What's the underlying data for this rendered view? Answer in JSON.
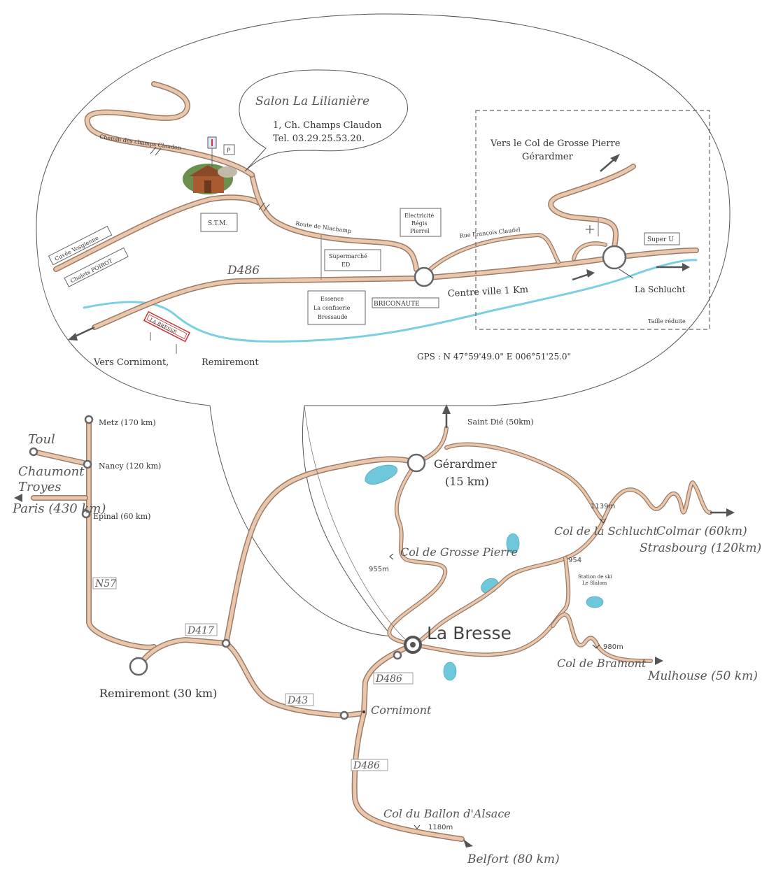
{
  "salon": {
    "name": "Salon La Lilianière",
    "address": "1, Ch. Champs Claudon",
    "phone": "Tel. 03.29.25.53.20."
  },
  "detail_map": {
    "streets": {
      "chemin": "Chemin des champs Claudon",
      "route_niachamp": "Route de Niachamp",
      "rue_claudel": "Rue François Claudel",
      "d486": "D486"
    },
    "places": {
      "stm": "S.T.M.",
      "electricite_1": "Electricité",
      "electricite_2": "Régis",
      "electricite_3": "Pierrel",
      "supermarche_1": "Supermarché",
      "supermarche_2": "ED",
      "essence_1": "Essence",
      "essence_2": "La confiserie",
      "essence_3": "Bressaude",
      "briconaute": "BRICONAUTE",
      "cuvee": "Cuvée Vosgienne",
      "chalets": "Chalets POIROT",
      "super_u": "Super U",
      "la_bresse_sign": "LA BRESSE",
      "parking": "P"
    },
    "directions": {
      "col_grosse_pierre_1": "Vers le Col de Grosse Pierre",
      "col_grosse_pierre_2": "Gérardmer",
      "centre_ville": "Centre ville 1 Km",
      "la_schlucht": "La Schlucht",
      "vers_cornimont": "Vers Cornimont,",
      "remiremont": "Remiremont"
    },
    "taille": "Taille réduite",
    "gps": "GPS : N 47°59'49.0\" E 006°51'25.0\""
  },
  "region_map": {
    "cities": {
      "metz": "Metz (170 km)",
      "nancy": "Nancy (120 km)",
      "epinal": "Epinal (60 km)",
      "toul": "Toul",
      "chaumont": "Chaumont",
      "troyes": "Troyes",
      "paris": "Paris (430 km)",
      "remiremont": "Remiremont (30 km)",
      "gerardmer_1": "Gérardmer",
      "gerardmer_2": "(15 km)",
      "saint_die": "Saint Dié (50km)",
      "colmar": "Colmar (60km)",
      "strasbourg": "Strasbourg (120km)",
      "mulhouse": "Mulhouse (50 km)",
      "belfort": "Belfort (80 km)",
      "la_bresse": "La Bresse",
      "cornimont": "Cornimont"
    },
    "roads": {
      "n57": "N57",
      "d417": "D417",
      "d43": "D43",
      "d486_a": "D486",
      "d486_b": "D486"
    },
    "passes": {
      "col_schlucht": "Col de la Schlucht",
      "col_schlucht_alt": "1139m",
      "col_schlucht_alt2": "954",
      "col_grosse_pierre": "Col de Grosse Pierre",
      "col_grosse_pierre_alt": "955m",
      "col_bramont": "Col de Bramont",
      "col_bramont_alt": "980m",
      "col_ballon": "Col du Ballon d'Alsace",
      "col_ballon_alt": "1180m"
    },
    "station_1": "Station de ski",
    "station_2": "Le Slalom"
  },
  "colors": {
    "road": "#e9c7ad",
    "road_border": "#9c7a66",
    "water": "#7ccfe0"
  }
}
